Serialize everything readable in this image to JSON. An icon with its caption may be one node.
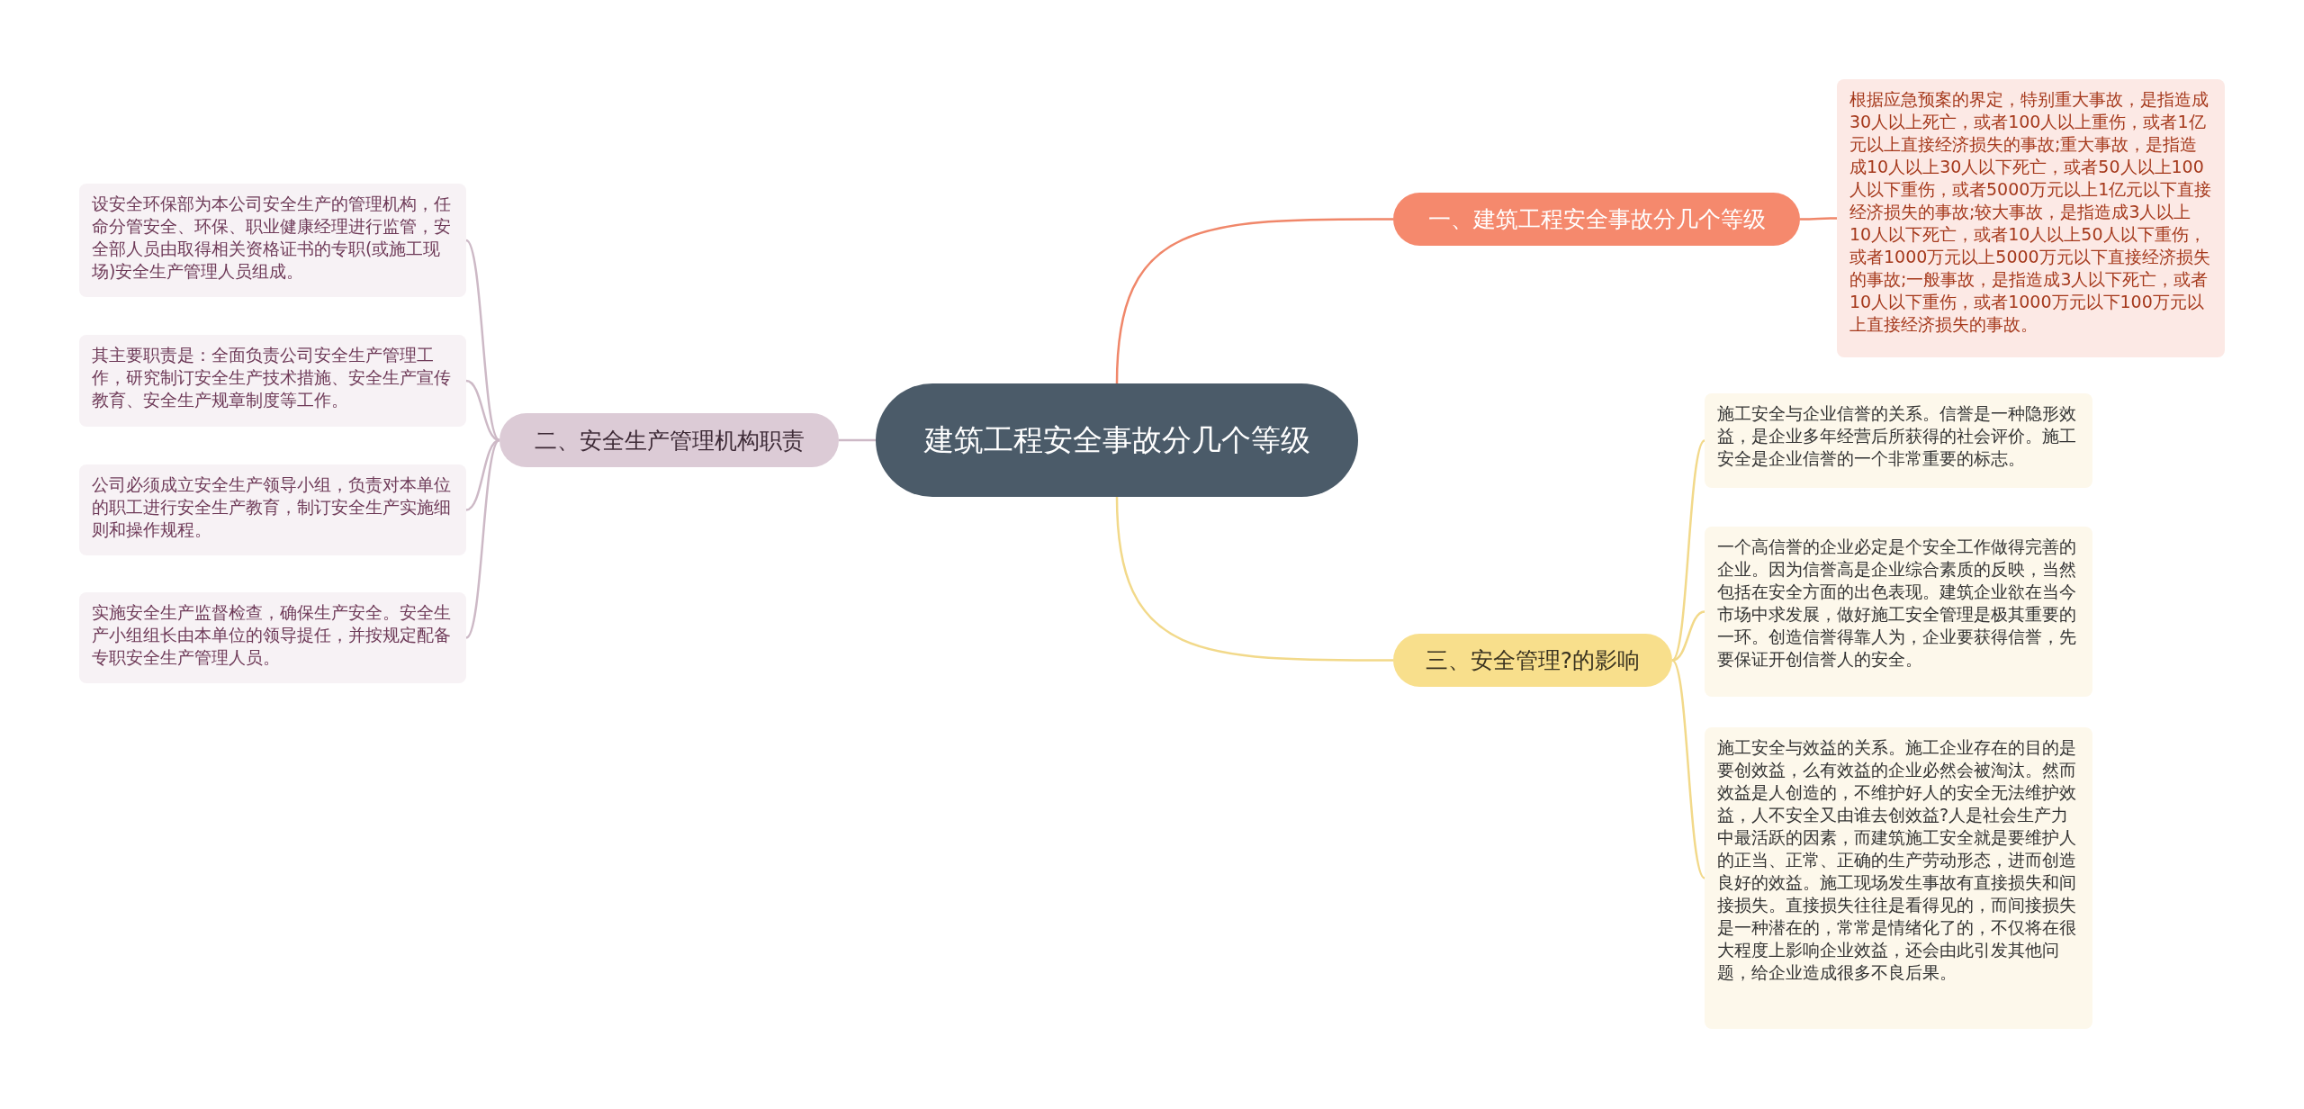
{
  "diagram": {
    "nodes": [
      {
        "text": [
          "建筑工程安全事故分几个等级"
        ]
      },
      {
        "text": [
          "一、建筑工程安全事故分几个等级"
        ]
      },
      {
        "text": [
          "根据应急预案的界定，特别重大事故，是指造成30人以上死亡，或者100人以上重伤，或者1亿元以上直接经济损失的事故;重大事故，是指造成10人以上30人以下死亡，或者50人以上100人以下重伤，或者5000万元以上1亿元以下直接经济损失的事故;较大事故，是指造成3人以上10人以下死亡，或者10人以上50人以下重伤，或者1000万元以上5000万元以下直接经济损失的事故;一般事故，是指造成3人以下死亡，或者10人以下重伤，或者1000万元以下100万元以上直接经济损失的事故。"
        ]
      },
      {
        "text": [
          "二、安全生产管理机构职责"
        ]
      },
      {
        "text": [
          "设安全环保部为本公司安全生产的管理机构，任命分管安全、环保、职业健康经理进行监管，安全部人员由取得相关资格证书的专职(或施工现场)安全生产管理人员组成。"
        ]
      },
      {
        "text": [
          "其主要职责是：全面负责公司安全生产管理工作，研究制订安全生产技术措施、安全生产宣传教育、安全生产规章制度等工作。"
        ]
      },
      {
        "text": [
          "公司必须成立安全生产领导小组，负责对本单位的职工进行安全生产教育，制订安全生产实施细则和操作规程。"
        ]
      },
      {
        "text": [
          "实施安全生产监督检查，确保生产安全。安全生产小组组长由本单位的领导提任，并按规定配备专职安全生产管理人员。"
        ]
      },
      {
        "text": [
          "三、安全管理?的影响"
        ]
      },
      {
        "text": [
          "施工安全与企业信誉的关系。信誉是一种隐形效益，是企业多年经营后所获得的社会评价。施工安全是企业信誉的一个非常重要的标志。"
        ]
      },
      {
        "text": [
          "一个高信誉的企业必定是个安全工作做得完善的企业。因为信誉高是企业综合素质的反映，当然包括在安全方面的出色表现。建筑企业欲在当今市场中求发展，做好施工安全管理是极其重要的一环。创造信誉得靠人为，企业要获得信誉，先要保证开创信誉人的安全。"
        ]
      },
      {
        "text": [
          "施工安全与效益的关系。施工企业存在的目的是要创效益，么有效益的企业必然会被淘汰。然而效益是人创造的，不维护好人的安全无法维护效益，人不安全又由谁去创效益?人是社会生产力中最活跃的因素，而建筑施工安全就是要维护人的正当、正常、正确的生产劳动形态，进而创造良好的效益。施工现场发生事故有直接损失和间接损失。直接损失往往是看得见的，而间接损失是一种潜在的，常常是情绪化了的，不仅将在很大程度上影响企业效益，还会由此引发其他问题，给企业造成很多不良后果。"
        ]
      }
    ],
    "edges": [
      {
        "from": 0,
        "to": 1,
        "arrow": "none",
        "color": "#f0876a"
      },
      {
        "from": 1,
        "to": 2,
        "arrow": "none",
        "color": "#f0876a"
      },
      {
        "from": 0,
        "to": 3,
        "arrow": "none",
        "color": "#cdb9c6"
      },
      {
        "from": 3,
        "to": 4,
        "arrow": "none",
        "color": "#cdb9c6"
      },
      {
        "from": 3,
        "to": 5,
        "arrow": "none",
        "color": "#cdb9c6"
      },
      {
        "from": 3,
        "to": 6,
        "arrow": "none",
        "color": "#cdb9c6"
      },
      {
        "from": 3,
        "to": 7,
        "arrow": "none",
        "color": "#cdb9c6"
      },
      {
        "from": 0,
        "to": 8,
        "arrow": "none",
        "color": "#f2d98a"
      },
      {
        "from": 8,
        "to": 9,
        "arrow": "none",
        "color": "#f2d98a"
      },
      {
        "from": 8,
        "to": 10,
        "arrow": "none",
        "color": "#f2d98a"
      },
      {
        "from": 8,
        "to": 11,
        "arrow": "none",
        "color": "#f2d98a"
      }
    ]
  }
}
